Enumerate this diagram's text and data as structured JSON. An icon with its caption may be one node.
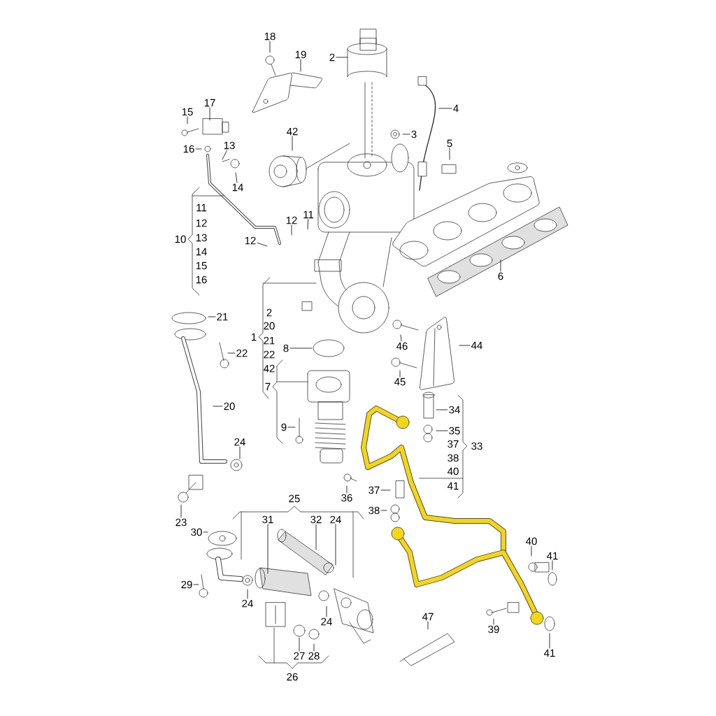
{
  "diagram": {
    "nodes": [
      {
        "text": [
          "18"
        ]
      },
      {
        "text": [
          "2"
        ]
      },
      {
        "text": [
          "19"
        ]
      },
      {
        "text": [
          "17"
        ]
      },
      {
        "text": [
          "4"
        ]
      },
      {
        "text": [
          "15"
        ]
      },
      {
        "text": [
          "42"
        ]
      },
      {
        "text": [
          "3"
        ]
      },
      {
        "text": [
          "5"
        ]
      },
      {
        "text": [
          "13"
        ]
      },
      {
        "text": [
          "16"
        ]
      },
      {
        "text": [
          "14"
        ]
      },
      {
        "text": [
          "12"
        ]
      },
      {
        "text": [
          "11"
        ]
      },
      {
        "text": [
          "12"
        ]
      },
      {
        "text": [
          "6"
        ]
      },
      {
        "text": [
          "21"
        ]
      },
      {
        "text": [
          "46"
        ]
      },
      {
        "text": [
          "8"
        ]
      },
      {
        "text": [
          "44"
        ]
      },
      {
        "text": [
          "22"
        ]
      },
      {
        "text": [
          "45"
        ]
      },
      {
        "text": [
          "20"
        ]
      },
      {
        "text": [
          "34"
        ]
      },
      {
        "text": [
          "9"
        ]
      },
      {
        "text": [
          "35"
        ]
      },
      {
        "text": [
          "24"
        ]
      },
      {
        "text": [
          "36"
        ]
      },
      {
        "text": [
          "37"
        ]
      },
      {
        "text": [
          "38"
        ]
      },
      {
        "text": [
          "23"
        ]
      },
      {
        "text": [
          "30"
        ]
      },
      {
        "text": [
          "31"
        ]
      },
      {
        "text": [
          "32"
        ]
      },
      {
        "text": [
          "24"
        ]
      },
      {
        "text": [
          "40"
        ]
      },
      {
        "text": [
          "41"
        ]
      },
      {
        "text": [
          "29"
        ]
      },
      {
        "text": [
          "24"
        ]
      },
      {
        "text": [
          "47"
        ]
      },
      {
        "text": [
          "24"
        ]
      },
      {
        "text": [
          "39"
        ]
      },
      {
        "text": [
          "41"
        ]
      },
      {
        "text": [
          "27"
        ]
      },
      {
        "text": [
          "28"
        ]
      }
    ],
    "edges": [
      {
        "from": 0,
        "to": null,
        "arrow": "none"
      },
      {
        "from": 1,
        "to": null,
        "arrow": "none"
      },
      {
        "from": 2,
        "to": null,
        "arrow": "none"
      },
      {
        "from": 3,
        "to": null,
        "arrow": "none"
      },
      {
        "from": 4,
        "to": null,
        "arrow": "none"
      },
      {
        "from": 5,
        "to": null,
        "arrow": "none"
      },
      {
        "from": 6,
        "to": null,
        "arrow": "none"
      },
      {
        "from": 7,
        "to": null,
        "arrow": "none"
      },
      {
        "from": 8,
        "to": null,
        "arrow": "none"
      },
      {
        "from": 9,
        "to": null,
        "arrow": "none"
      },
      {
        "from": 10,
        "to": null,
        "arrow": "none"
      },
      {
        "from": 11,
        "to": null,
        "arrow": "none"
      },
      {
        "from": 12,
        "to": null,
        "arrow": "none"
      },
      {
        "from": 13,
        "to": null,
        "arrow": "none"
      },
      {
        "from": 14,
        "to": null,
        "arrow": "none"
      },
      {
        "from": 15,
        "to": null,
        "arrow": "none"
      },
      {
        "from": 16,
        "to": null,
        "arrow": "none"
      },
      {
        "from": 17,
        "to": null,
        "arrow": "none"
      },
      {
        "from": 18,
        "to": null,
        "arrow": "none"
      },
      {
        "from": 19,
        "to": null,
        "arrow": "none"
      },
      {
        "from": 20,
        "to": null,
        "arrow": "none"
      },
      {
        "from": 21,
        "to": null,
        "arrow": "none"
      },
      {
        "from": 22,
        "to": null,
        "arrow": "none"
      },
      {
        "from": 23,
        "to": null,
        "arrow": "none"
      },
      {
        "from": 24,
        "to": null,
        "arrow": "none"
      },
      {
        "from": 25,
        "to": null,
        "arrow": "none"
      },
      {
        "from": 26,
        "to": null,
        "arrow": "none"
      },
      {
        "from": 27,
        "to": null,
        "arrow": "none"
      },
      {
        "from": 28,
        "to": null,
        "arrow": "none"
      },
      {
        "from": 29,
        "to": null,
        "arrow": "none"
      },
      {
        "from": 30,
        "to": null,
        "arrow": "none"
      },
      {
        "from": 31,
        "to": null,
        "arrow": "none"
      },
      {
        "from": 32,
        "to": null,
        "arrow": "none"
      },
      {
        "from": 33,
        "to": null,
        "arrow": "none"
      },
      {
        "from": 34,
        "to": null,
        "arrow": "none"
      },
      {
        "from": 35,
        "to": null,
        "arrow": "none"
      },
      {
        "from": 36,
        "to": null,
        "arrow": "none"
      },
      {
        "from": 37,
        "to": null,
        "arrow": "none"
      },
      {
        "from": 38,
        "to": null,
        "arrow": "none"
      },
      {
        "from": 39,
        "to": null,
        "arrow": "none"
      },
      {
        "from": 40,
        "to": null,
        "arrow": "none"
      },
      {
        "from": 41,
        "to": null,
        "arrow": "none"
      },
      {
        "from": 42,
        "to": null,
        "arrow": "none"
      },
      {
        "from": 43,
        "to": null,
        "arrow": "none"
      },
      {
        "from": 44,
        "to": null,
        "arrow": "none"
      }
    ],
    "labels": [
      "11",
      "12",
      "13",
      "14",
      "15",
      "16",
      "10",
      "2",
      "20",
      "21",
      "1",
      "22",
      "42",
      "7",
      "37",
      "38",
      "33",
      "40",
      "41",
      "25",
      "26"
    ]
  }
}
